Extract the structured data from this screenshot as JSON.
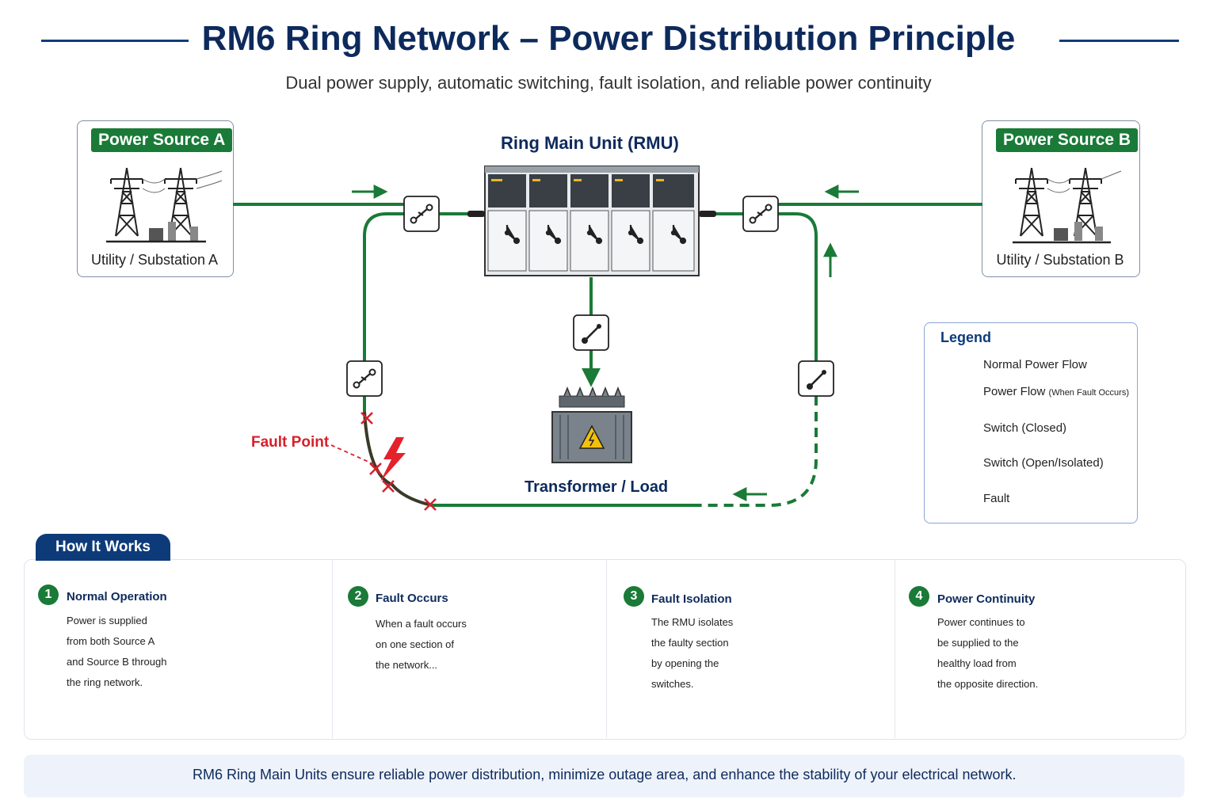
{
  "header": {
    "title": "RM6 Ring Network – Power Distribution Principle",
    "subtitle": "Dual power supply, automatic switching, fault isolation, and reliable power continuity"
  },
  "diagram": {
    "source_a": {
      "tag": "Power Source A",
      "label": "Utility / Substation A"
    },
    "source_b": {
      "tag": "Power Source B",
      "label": "Utility / Substation B"
    },
    "rmu_title": "Ring Main Unit (RMU)",
    "transformer_label": "Transformer / Load",
    "fault_label": "Fault Point"
  },
  "legend": {
    "title": "Legend",
    "normal_flow": "Normal Power Flow",
    "fault_flow": "Power Flow",
    "fault_flow_note": "(When Fault Occurs)",
    "switch_closed": "Switch (Closed)",
    "switch_open": "Switch (Open/Isolated)",
    "fault": "Fault"
  },
  "how_it_works": {
    "tab_label": "How It Works",
    "steps": [
      {
        "num": "1",
        "title": "Normal Operation",
        "lines": [
          "Power is supplied",
          "from both Source A",
          "and Source B through",
          "the ring network."
        ]
      },
      {
        "num": "2",
        "title": "Fault Occurs",
        "lines": [
          "When a fault occurs",
          "on one section of",
          "the network..."
        ]
      },
      {
        "num": "3",
        "title": "Fault Isolation",
        "lines": [
          "The RMU isolates",
          "the faulty section",
          "by opening the",
          "switches."
        ]
      },
      {
        "num": "4",
        "title": "Power Continuity",
        "lines": [
          "Power continues to",
          "be supplied to the",
          "healthy load from",
          "the opposite direction."
        ]
      }
    ]
  },
  "footer": {
    "banner": "RM6 Ring Main Units ensure reliable power distribution, minimize outage area, and enhance the stability of your electrical network."
  },
  "colors": {
    "green": "#1a7a37",
    "navy": "#0d2a5c",
    "red": "#d8202a"
  }
}
